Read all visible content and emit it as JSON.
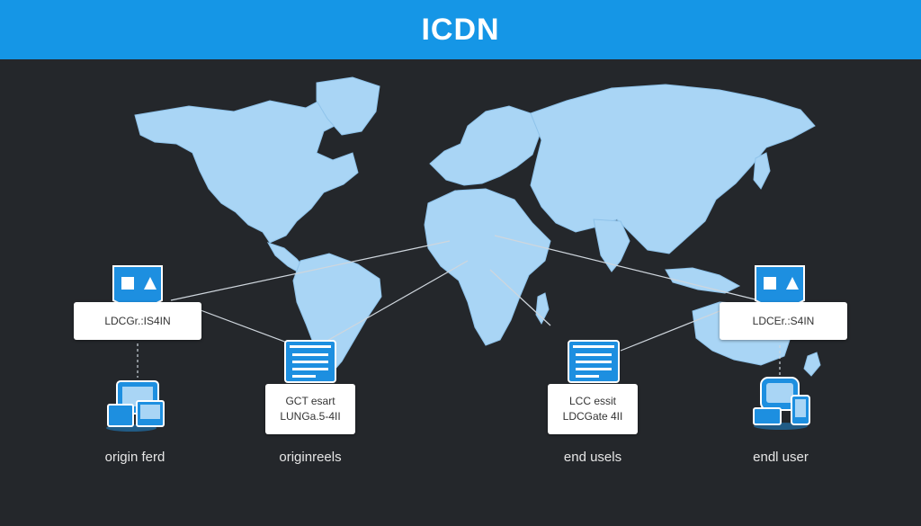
{
  "header": {
    "title": "ICDN"
  },
  "colors": {
    "accent": "#1596e6",
    "background": "#24272b",
    "land": "#a9d5f5",
    "node": "#1d8fe0",
    "line": "#cfd6dd"
  },
  "nodes": {
    "loc_left": {
      "label": "LDCGr.:IS4IN",
      "icon": "shapes-shield-icon"
    },
    "loc_right": {
      "label": "LDCEr.:S4IN",
      "icon": "shapes-shield-icon"
    },
    "srv_left": {
      "line1": "GCT esart",
      "line2": "LUNGa.5-4II",
      "icon": "server-icon"
    },
    "srv_right": {
      "line1": "LCC essit",
      "line2": "LDCGate 4II",
      "icon": "server-icon"
    },
    "origin": {
      "caption": "origin ferd",
      "icon": "origin-server-icon"
    },
    "user": {
      "caption": "endl user",
      "icon": "end-user-device-icon"
    }
  },
  "captions": {
    "srv_left": "originreels",
    "srv_right": "end usels"
  }
}
